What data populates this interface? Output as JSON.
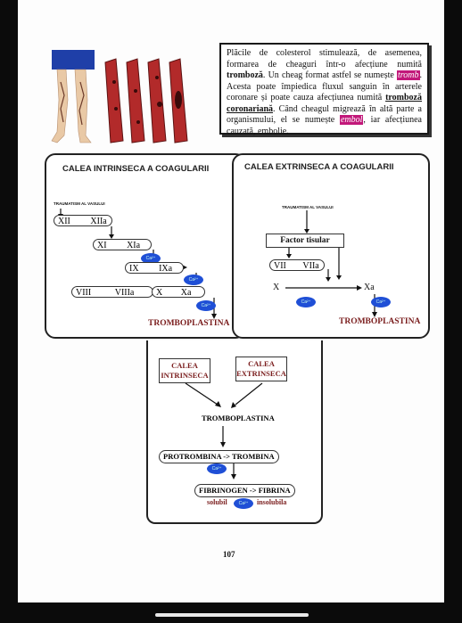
{
  "note": {
    "p1": "Plăcile de colesterol stimulează, de asemenea, formarea de cheaguri într-o afecțiune numită",
    "p1_bold": "tromboză",
    "p2": ". Un cheag format astfel se numește",
    "hl1": "tromb",
    "p3": ". Acesta poate împiedica fluxul sanguin în arterele coronare și poate cauza afecțiunea numită",
    "p3_u": "tromboză coronariană",
    "p4": ". Când cheagul migrează în altă parte a organismului, el se numește",
    "hl2": "embol",
    "p5": ", iar afecțiunea cauzată, embolie."
  },
  "intrinsic": {
    "title": "CALEA INTRINSECA A COAGULARII",
    "trauma": "TRAUMATISM AL VASULUI",
    "f1a": "XII",
    "f1b": "XIIa",
    "f2a": "XI",
    "f2b": "XIa",
    "f3a": "IX",
    "f3b": "IXa",
    "f4a": "VIII",
    "f4b": "VIIIa",
    "f5a": "X",
    "f5b": "Xa",
    "result": "TROMBOPLASTINA"
  },
  "extrinsic": {
    "title": "CALEA EXTRINSECA A COAGULARII",
    "trauma": "TRAUMATISM AL VASULUI",
    "tissue": "Factor tisular",
    "f1a": "VII",
    "f1b": "VIIa",
    "f2a": "X",
    "f2b": "Xa",
    "result": "TROMBOPLASTINA"
  },
  "common": {
    "a": "CALEA INTRINSECA",
    "b": "CALEA EXTRINSECA",
    "tromb": "TROMBOPLASTINA",
    "pro": "PROTROMBINA -> TROMBINA",
    "fib": "FIBRINOGEN -> FIBRINA",
    "sol": "solubil",
    "insol": "insolubila"
  },
  "ca_label": "Ca²⁺",
  "page_number": "107",
  "colors": {
    "accent_blue": "#1f4fd6",
    "dark_red": "#7a1d1d",
    "highlight": "#c2187a"
  }
}
